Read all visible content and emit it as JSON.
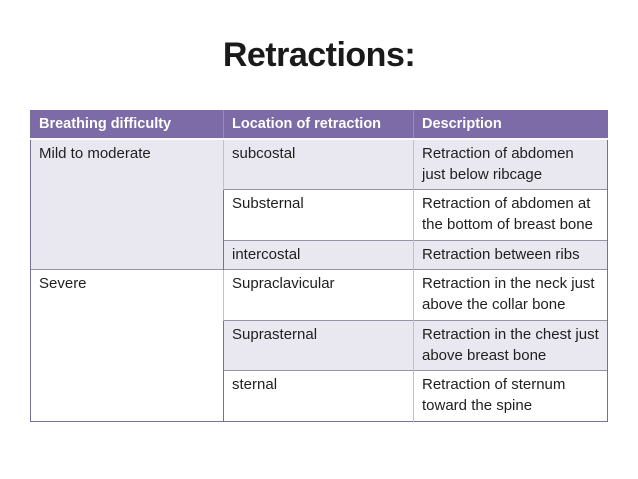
{
  "slide": {
    "title": "Retractions:"
  },
  "table": {
    "columns": [
      "Breathing difficulty",
      "Location of retraction",
      "Description"
    ],
    "groups": [
      {
        "difficulty": "Mild to moderate",
        "rows": [
          {
            "location": "subcostal",
            "description": "Retraction of abdomen just below ribcage"
          },
          {
            "location": "Substernal",
            "description": "Retraction of abdomen at the bottom of breast bone"
          },
          {
            "location": "intercostal",
            "description": "Retraction between ribs"
          }
        ]
      },
      {
        "difficulty": "Severe",
        "rows": [
          {
            "location": "Supraclavicular",
            "description": "Retraction in the neck just above the collar bone"
          },
          {
            "location": "Suprasternal",
            "description": "Retraction in the chest just above breast bone"
          },
          {
            "location": "sternal",
            "description": "Retraction of sternum toward the spine"
          }
        ]
      }
    ],
    "colors": {
      "header_bg": "#7c6ba6",
      "header_text": "#ffffff",
      "header_divider": "#9a8cba",
      "band_bg": "#e9e7f0",
      "white_bg": "#ffffff",
      "outer_border": "#7b6d99",
      "row_border": "#9b90ad",
      "col_border": "#c3bcd4",
      "body_text": "#1f1f1f"
    }
  }
}
